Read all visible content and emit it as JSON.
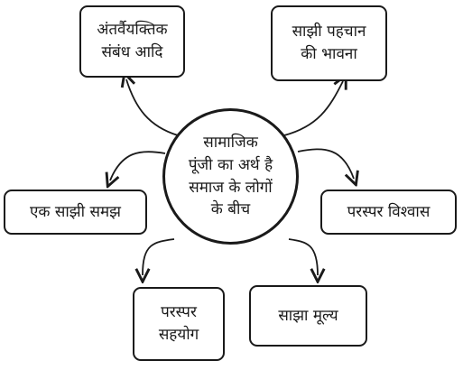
{
  "center": {
    "lines": [
      "सामाजिक",
      "पूंजी का अर्थ है",
      "समाज के लोगों",
      "के बीच"
    ]
  },
  "nodes": {
    "interpersonal": {
      "lines": [
        "अंतर्वैयक्तिक",
        "संबंध आदि"
      ]
    },
    "shared_identity": {
      "lines": [
        "साझी पहचान",
        "की भावना"
      ]
    },
    "shared_understanding": {
      "lines": [
        "एक साझी समझ"
      ]
    },
    "mutual_trust": {
      "lines": [
        "परस्पर विश्वास"
      ]
    },
    "mutual_cooperation": {
      "lines": [
        "परस्पर",
        "सहयोग"
      ]
    },
    "shared_values": {
      "lines": [
        "साझा मूल्य"
      ]
    }
  }
}
